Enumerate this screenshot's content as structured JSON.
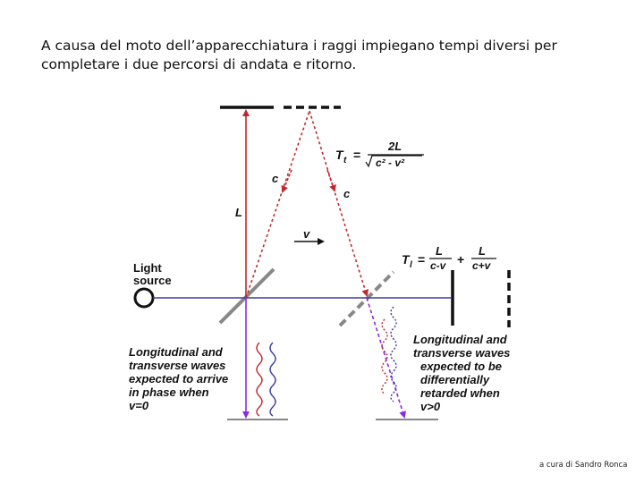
{
  "caption": {
    "line1": "A causa del moto dell’apparecchiatura i raggi impiegano tempi diversi per",
    "line2": "completare i due percorsi di andata e ritorno."
  },
  "diagram": {
    "source_label_1": "Light",
    "source_label_2": "source",
    "label_L": "L",
    "label_c_left": "c",
    "label_c_right": "c",
    "label_v": "v",
    "formula_t": {
      "T": "T",
      "sub": "t",
      "eq": "=",
      "num": "2L",
      "den": "c² - v²"
    },
    "formula_l": {
      "T": "T",
      "sub": "l",
      "eq": "=",
      "num1": "L",
      "den1": "c-v",
      "plus": "+",
      "num2": "L",
      "den2": "c+v"
    },
    "left_note": [
      "Longitudinal and",
      "transverse waves",
      "expected to arrive",
      "in phase when",
      "v=0"
    ],
    "right_note": [
      "Longitudinal and",
      "transverse waves",
      "expected to be",
      "differentially",
      "retarded when",
      "v>0"
    ],
    "colors": {
      "red": "#c0282d",
      "purple": "#8a2be2",
      "blue": "#3a3aa0",
      "mirror": "#888888"
    }
  },
  "footer": "a cura di Sandro Ronca"
}
